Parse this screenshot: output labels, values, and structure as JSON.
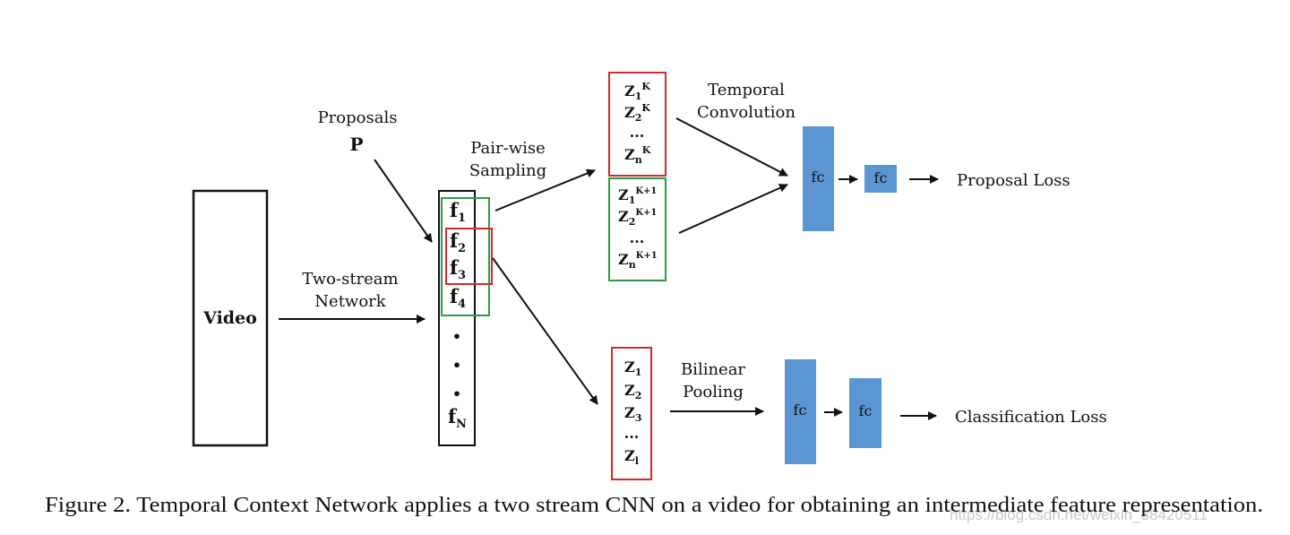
{
  "diagram": {
    "video_label": "Video",
    "proposals_label": "Proposals",
    "proposals_symbol": "P",
    "two_stream_line1": "Two-stream",
    "two_stream_line2": "Network",
    "pairwise_line1": "Pair-wise",
    "pairwise_line2": "Sampling",
    "features": {
      "f_base": "f",
      "subs": [
        "1",
        "2",
        "3",
        "4"
      ],
      "dots": [
        "•",
        "•",
        "•"
      ],
      "last_sub": "N"
    },
    "z_k": {
      "base": "Z",
      "rows": [
        {
          "sub": "1",
          "sup": "K"
        },
        {
          "sub": "2",
          "sup": "K"
        },
        {
          "sub": "n",
          "sup": "K"
        }
      ],
      "ellipsis": "..."
    },
    "z_k1": {
      "base": "Z",
      "rows": [
        {
          "sub": "1",
          "sup": "K+1"
        },
        {
          "sub": "2",
          "sup": "K+1"
        },
        {
          "sub": "n",
          "sup": "K+1"
        }
      ],
      "ellipsis": "..."
    },
    "z_cls": {
      "base": "Z",
      "subs": [
        "1",
        "2",
        "3"
      ],
      "ellipsis": "...",
      "last_sub": "l"
    },
    "temporal_line1": "Temporal",
    "temporal_line2": "Convolution",
    "bilinear_line1": "Bilinear",
    "bilinear_line2": "Pooling",
    "fc_label": "fc",
    "proposal_loss": "Proposal Loss",
    "classification_loss": "Classification Loss"
  },
  "caption": "Figure 2. Temporal Context Network applies a two stream CNN on a video for obtaining an intermediate feature representation.",
  "watermark": "https://blog.csdn.net/weixin_38420511",
  "colors": {
    "fc_fill": "#5b95d2",
    "red_box": "#d42a2a",
    "green_box": "#2e9a48"
  }
}
